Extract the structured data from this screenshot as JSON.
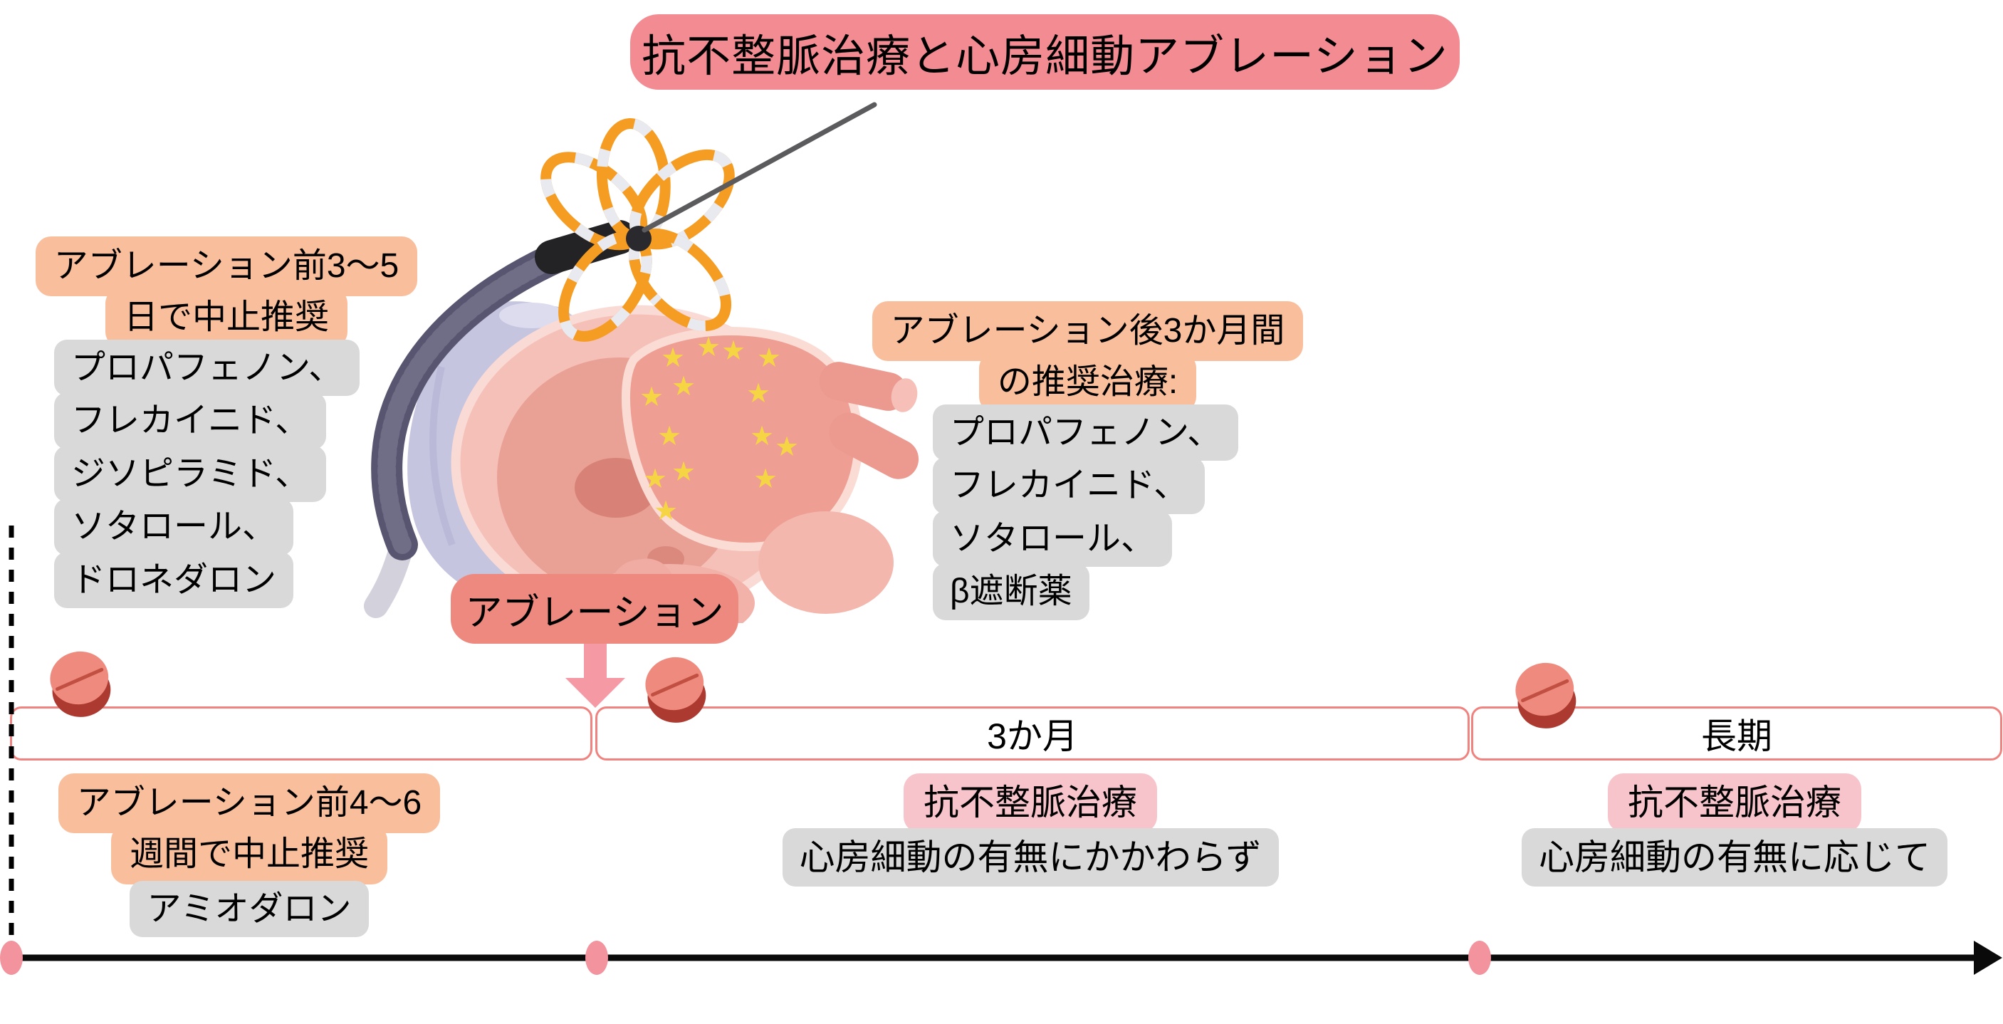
{
  "title": "抗不整脈治療と心房細動アブレーション",
  "ablation_label": "アブレーション",
  "pre_ablation_days_note": {
    "heading_line1": "アブレーション前3〜5",
    "heading_line2": "日で中止推奨",
    "drugs": [
      "プロパフェノン、",
      "フレカイニド、",
      "ジソピラミド、",
      "ソタロール、",
      "ドロネダロン"
    ]
  },
  "post_ablation_note": {
    "heading_line1": "アブレーション後3か月間",
    "heading_line2": "の推奨治療:",
    "drugs": [
      "プロパフェノン、",
      "フレカイニド、",
      "ソタロール、",
      "β遮断薬"
    ]
  },
  "pre_ablation_weeks_note": {
    "heading_line1": "アブレーション前4〜6",
    "heading_line2": "週間で中止推奨",
    "drug": "アミオダロン"
  },
  "timeline": {
    "segment1_label": "",
    "segment2_label": "3か月",
    "segment3_label": "長期"
  },
  "segment2_note": {
    "label": "抗不整脈治療",
    "detail": "心房細動の有無にかかわらず"
  },
  "segment3_note": {
    "label": "抗不整脈治療",
    "detail": "心房細動の有無に応じて"
  },
  "icons": {
    "star": "★"
  },
  "colors": {
    "title_bg": "#F28B92",
    "highlight_orange": "#F9BE9C",
    "highlight_gray": "#D9D9D9",
    "highlight_pink": "#F8C4CB",
    "ablation_bg": "#ED897F",
    "timeline_border": "#F0837F",
    "arrow_pink": "#F59AA4",
    "marker_pink": "#F2939E",
    "pill_face": "#EF8B7E",
    "pill_side": "#AC3A31",
    "catheter_orange": "#F59C22",
    "star_yellow": "#F6D544"
  }
}
